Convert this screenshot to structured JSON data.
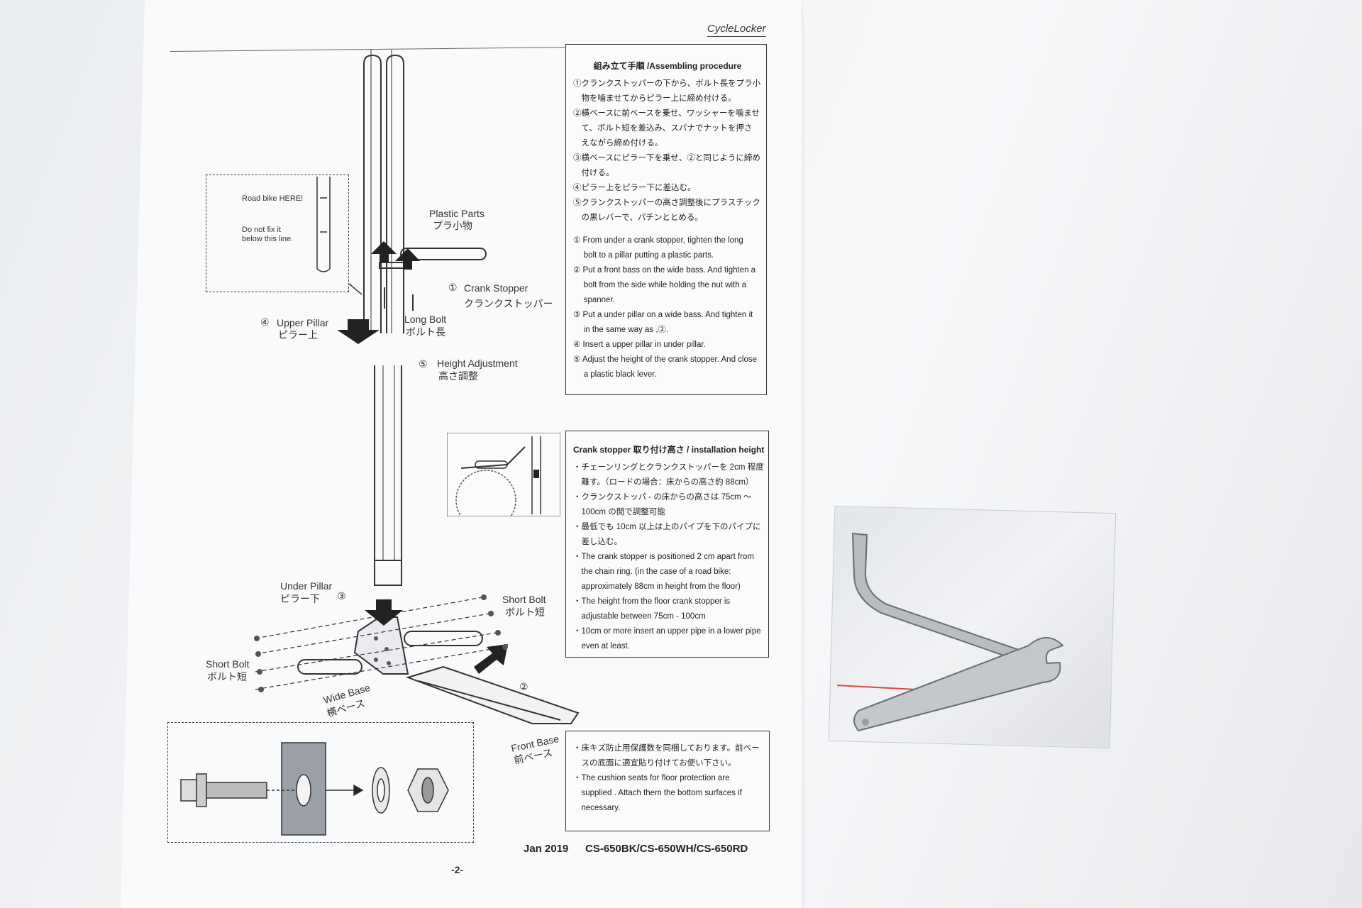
{
  "header": {
    "brand": "CycleLocker"
  },
  "diagram_labels": {
    "note_road_bike": "Road bike HERE!",
    "note_fix_1": "Do not fix it",
    "note_fix_2": "below this line.",
    "plastic_parts_en": "Plastic Parts",
    "plastic_parts_jp": "プラ小物",
    "crank_stopper_num": "①",
    "crank_stopper_en": "Crank Stopper",
    "crank_stopper_jp": "クランクストッパー",
    "upper_pillar_num": "④",
    "upper_pillar_en": "Upper Pillar",
    "upper_pillar_jp": "ピラー上",
    "long_bolt_en": "Long Bolt",
    "long_bolt_jp": "ボルト長",
    "height_adj_num": "⑤",
    "height_adj_en": "Height Adjustment",
    "height_adj_jp": "高さ調整",
    "under_pillar_en": "Under Pillar",
    "under_pillar_jp": "ピラー下",
    "under_pillar_num": "③",
    "short_bolt_right_en": "Short Bolt",
    "short_bolt_right_jp": "ボルト短",
    "short_bolt_left_en": "Short Bolt",
    "short_bolt_left_jp": "ボルト短",
    "wide_base_en": "Wide Base",
    "wide_base_jp": "横ベース",
    "front_base_num": "②",
    "front_base_en": "Front Base",
    "front_base_jp": "前ベース"
  },
  "assembly_box": {
    "title": "組み立て手順 /Assembling procedure",
    "lines": [
      "①クランクストッパーの下から、ボルト長をプラ小",
      "　物を噛ませてからピラー上に締め付ける。",
      "②横ベースに前ベースを乗せ、ワッシャーを噛ませ",
      "　て、ボルト短を差込み、スパナでナットを押さ",
      "　えながら締め付ける。",
      "③横ベースにピラー下を乗せ、②と同じように締め",
      "　付ける。",
      "④ピラー上をピラー下に差込む。",
      "⑤クランクストッパーの高さ調整後にプラスチック",
      "　の黒レバーで、パチンととめる。",
      "",
      "① From under a crank stopper, tighten the long",
      "　 bolt to a pillar putting a plastic parts.",
      "② Put a front bass on the wide bass. And tighten a",
      "　 bolt from the side while holding the nut with a",
      "　 spanner.",
      "③ Put a under pillar on a wide bass. And tighten it",
      "　 in the same way as ,②.",
      "④ Insert a upper pillar in under pillar.",
      "⑤ Adjust the height of the crank stopper. And close",
      "　 a plastic black lever."
    ]
  },
  "crank_box": {
    "title": "Crank stopper 取り付け高さ / installation height",
    "lines": [
      "・チェーンリングとクランクストッパーを 2cm 程度",
      "　離す。（ロードの場合：床からの高さ約 88cm）",
      "・クランクストッパ - の床からの高さは 75cm ～",
      "　100cm の間で調整可能",
      "・最低でも 10cm 以上は上のパイプを下のパイプに",
      "　差し込む。",
      "・The crank stopper is positioned 2 cm apart from",
      "　the chain ring. (in the case of a road bike:",
      "　approximately 88cm in height from the floor)",
      "・The height from the floor crank stopper  is",
      "　adjustable between 75cm - 100cm",
      "・10cm or more insert an upper pipe in a lower pipe",
      "　even at least."
    ]
  },
  "cushion_box": {
    "lines": [
      "・床キズ防止用保護数を同梱しております。前ベー",
      "　スの底面に適宜貼り付けてお使い下さい。",
      "・The cushion seats for floor protection are",
      "　supplied . Attach them the bottom surfaces if",
      "　necessary."
    ]
  },
  "footer": {
    "date": "Jan 2019",
    "models": "CS-650BK/CS-650WH/CS-650RD",
    "page": "-2-"
  }
}
